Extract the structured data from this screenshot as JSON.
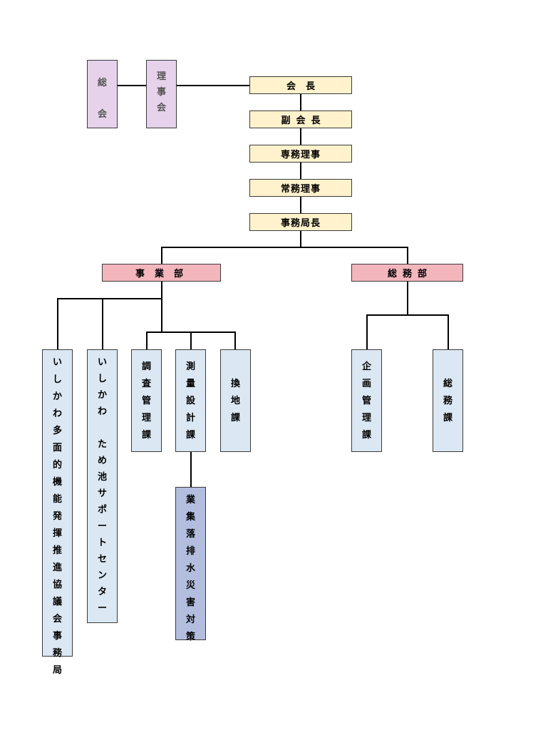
{
  "boxes": {
    "soukai": "総会",
    "rijikai": "理事会",
    "kaicho": "会長",
    "fukukaicho": "副会長",
    "senmu": "専務理事",
    "jomu": "常務理事",
    "jimukyokucho": "事務局長",
    "jigyobu": "事業部",
    "somubu": "総務部",
    "tamen": "いしかわ多面的機能発揮推進協議会事務局",
    "tameike": "いしかわ　ため池サポートセンター",
    "chosa": "調査管理課",
    "sokuryo": "測量設計課",
    "kanchi": "換地課",
    "kikaku": "企画管理課",
    "somuka": "総務課",
    "haisui": "業集落排水災害対策"
  },
  "colors": {
    "governance": "#e6d2ea",
    "executive": "#fff2cc",
    "department": "#f4b6bd",
    "section": "#dbe7f3",
    "special": "#b3bedf"
  }
}
